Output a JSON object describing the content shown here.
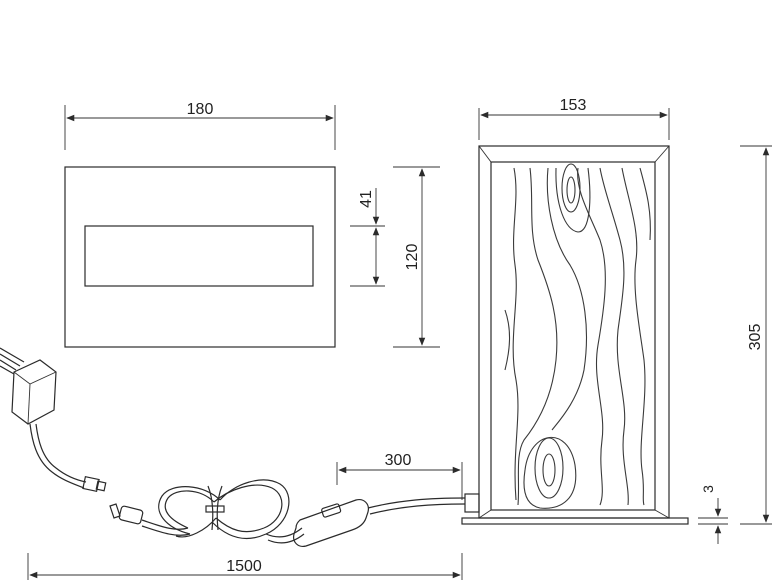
{
  "drawing": {
    "top_view_width": "180",
    "top_view_depth": "120",
    "top_view_slot_depth": "41",
    "front_view_width": "153",
    "front_view_height": "305",
    "base_thickness": "3",
    "switch_distance": "300",
    "cable_length": "1500"
  },
  "colors": {
    "line": "#2b2b2b",
    "background": "#ffffff"
  }
}
